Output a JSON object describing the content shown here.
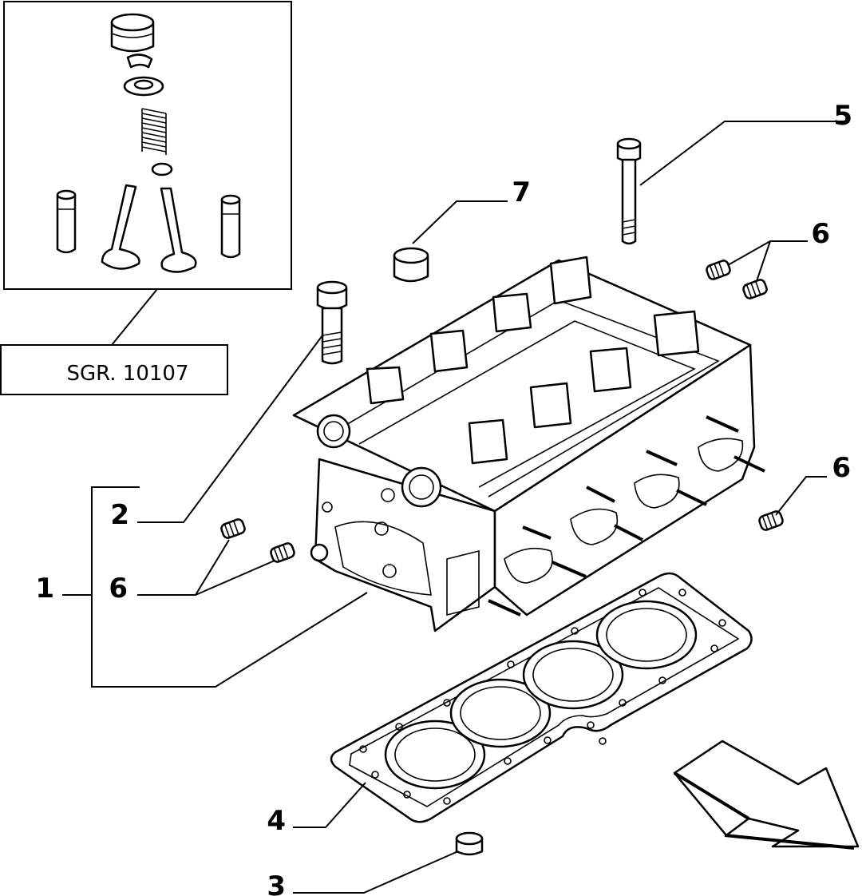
{
  "ref_box": {
    "label": "SGR. 10107"
  },
  "callouts": [
    {
      "id": "1",
      "label": "1"
    },
    {
      "id": "2",
      "label": "2"
    },
    {
      "id": "3",
      "label": "3"
    },
    {
      "id": "4",
      "label": "4"
    },
    {
      "id": "5",
      "label": "5"
    },
    {
      "id": "6a",
      "label": "6"
    },
    {
      "id": "6b",
      "label": "6"
    },
    {
      "id": "6c",
      "label": "6"
    },
    {
      "id": "7",
      "label": "7"
    }
  ],
  "parts": {
    "1": "cylinder-head",
    "2": "head-bolt",
    "3": "dowel",
    "4": "head-gasket",
    "5": "long-bolt",
    "6": "plug",
    "7": "cap"
  }
}
